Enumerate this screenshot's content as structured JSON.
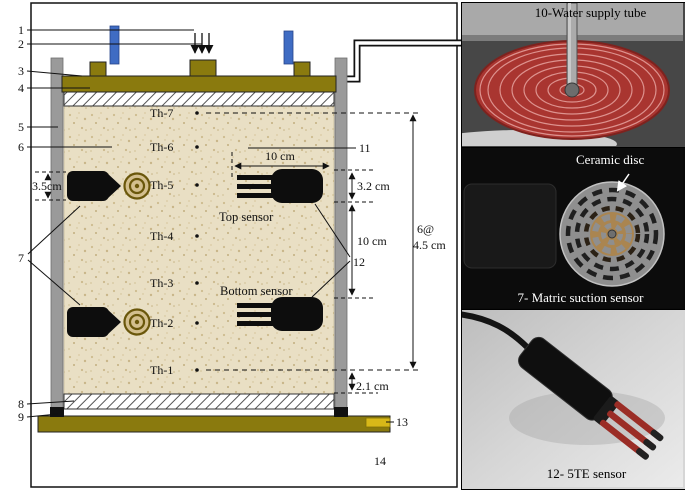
{
  "colors": {
    "plate_olive": "#8a7a0e",
    "soil_tan": "#e9dfc4",
    "rod_blue": "#3f6cc3",
    "support_gray": "#9a9a9a",
    "coil_disc_red": "#a93530",
    "prong_red": "#9b2d26"
  },
  "schematic": {
    "part_numbers": {
      "n1": "1",
      "n2": "2",
      "n3": "3",
      "n4": "4",
      "n5": "5",
      "n6": "6",
      "n7": "7",
      "n8": "8",
      "n9": "9",
      "n11": "11",
      "n12": "12",
      "n13": "13",
      "n14": "14"
    },
    "thermocouples": [
      "Th-7",
      "Th-6",
      "Th-5",
      "Th-4",
      "Th-3",
      "Th-2",
      "Th-1"
    ],
    "dimensions": {
      "left_height": "3.5cm",
      "top_width": "10 cm",
      "sensor_height": "3.2 cm",
      "sensor_gap": "10 cm",
      "stack_count": "6@",
      "stack_spacing": "4.5 cm",
      "bottom_offset": "2.1 cm"
    },
    "annotations": {
      "top_sensor": "Top sensor",
      "bottom_sensor": "Bottom sensor"
    }
  },
  "photos": {
    "water_tube": {
      "caption": "10-Water supply tube"
    },
    "suction_sensor": {
      "label_disc": "Ceramic disc",
      "caption": "7- Matric suction sensor"
    },
    "te_sensor": {
      "caption": "12- 5TE sensor"
    }
  }
}
